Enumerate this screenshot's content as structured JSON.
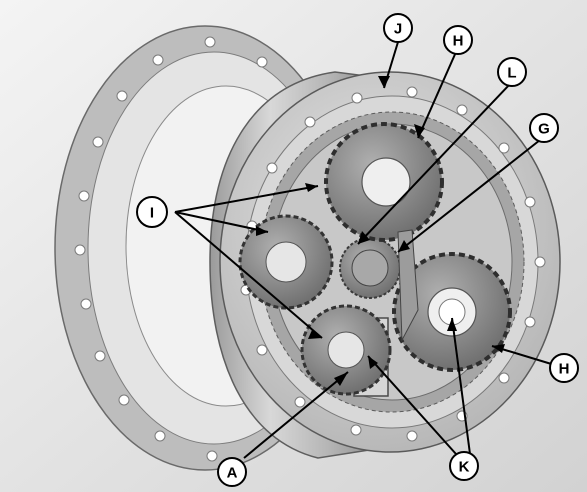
{
  "figure": {
    "callouts": {
      "a": "A",
      "g": "G",
      "h_top": "H",
      "h_right": "H",
      "i": "I",
      "j": "J",
      "k": "K",
      "l": "L"
    }
  }
}
